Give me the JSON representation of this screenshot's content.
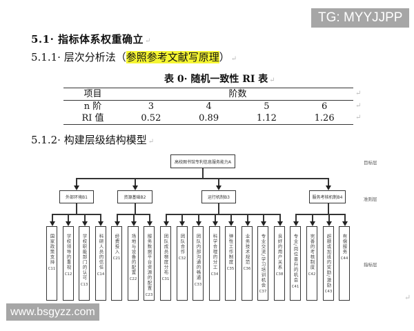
{
  "watermark_top": "TG: MYYJJPP",
  "watermark_bottom": "www.bsgyzz.com",
  "heading_5_1": "5.1· 指标体系权重确立",
  "heading_5_1_1": {
    "prefix": "5.1.1· 层次分析法（",
    "highlight": "参照参考文献写原理",
    "suffix": "）"
  },
  "paragraph_mark": "↵",
  "table": {
    "caption": "表 0· 随机一致性 RI 表",
    "header": [
      "项目",
      "阶数"
    ],
    "rows": [
      {
        "label": "n 阶",
        "values": [
          "3",
          "4",
          "5",
          "6"
        ]
      },
      {
        "label": "RI 值",
        "values": [
          "0.52",
          "0.89",
          "1.12",
          "1.26"
        ]
      }
    ]
  },
  "heading_5_1_2": "5.1.2· 构建层级结构模型",
  "diagram": {
    "goal": "高校图书馆专利信息服务能力A",
    "levels": {
      "goal": "目标层",
      "criteria": "准则层",
      "indicator": "指标层"
    },
    "criteria": [
      {
        "label": "外部环境B1"
      },
      {
        "label": "资源基础B2"
      },
      {
        "label": "运行机制B3"
      },
      {
        "label": "服务考核机制B4"
      }
    ],
    "indicators": [
      {
        "text": "国家政策支持",
        "code": "C11"
      },
      {
        "text": "学校领导的重视",
        "code": "C12"
      },
      {
        "text": "学校职能部门的认可",
        "code": "C13"
      },
      {
        "text": "科研人员的信任",
        "code": "C14"
      },
      {
        "text": "经费投入",
        "code": "C21"
      },
      {
        "text": "场地与设备的配置",
        "code": "C22"
      },
      {
        "text": "服务数据平台资源的配置",
        "code": "C23"
      },
      {
        "text": "团队成员梯度分布",
        "code": "C31"
      },
      {
        "text": "团队合作",
        "code": "C32"
      },
      {
        "text": "团队内部沟通的畅通",
        "code": "C33"
      },
      {
        "text": "科学合理的分工",
        "code": "C34"
      },
      {
        "text": "弹性工作制度",
        "code": "C35"
      },
      {
        "text": "业务技术规范",
        "code": "C36"
      },
      {
        "text": "专业交流/学习培训机会",
        "code": "C37"
      },
      {
        "text": "良好的用户关系",
        "code": "C38"
      },
      {
        "text": "专业/岗位晋升的机会",
        "code": "C41"
      },
      {
        "text": "完善的考核制度",
        "code": "C42"
      },
      {
        "text": "超额或加班的奖励/激励",
        "code": "C43"
      },
      {
        "text": "有偿服务",
        "code": "C44"
      }
    ]
  }
}
